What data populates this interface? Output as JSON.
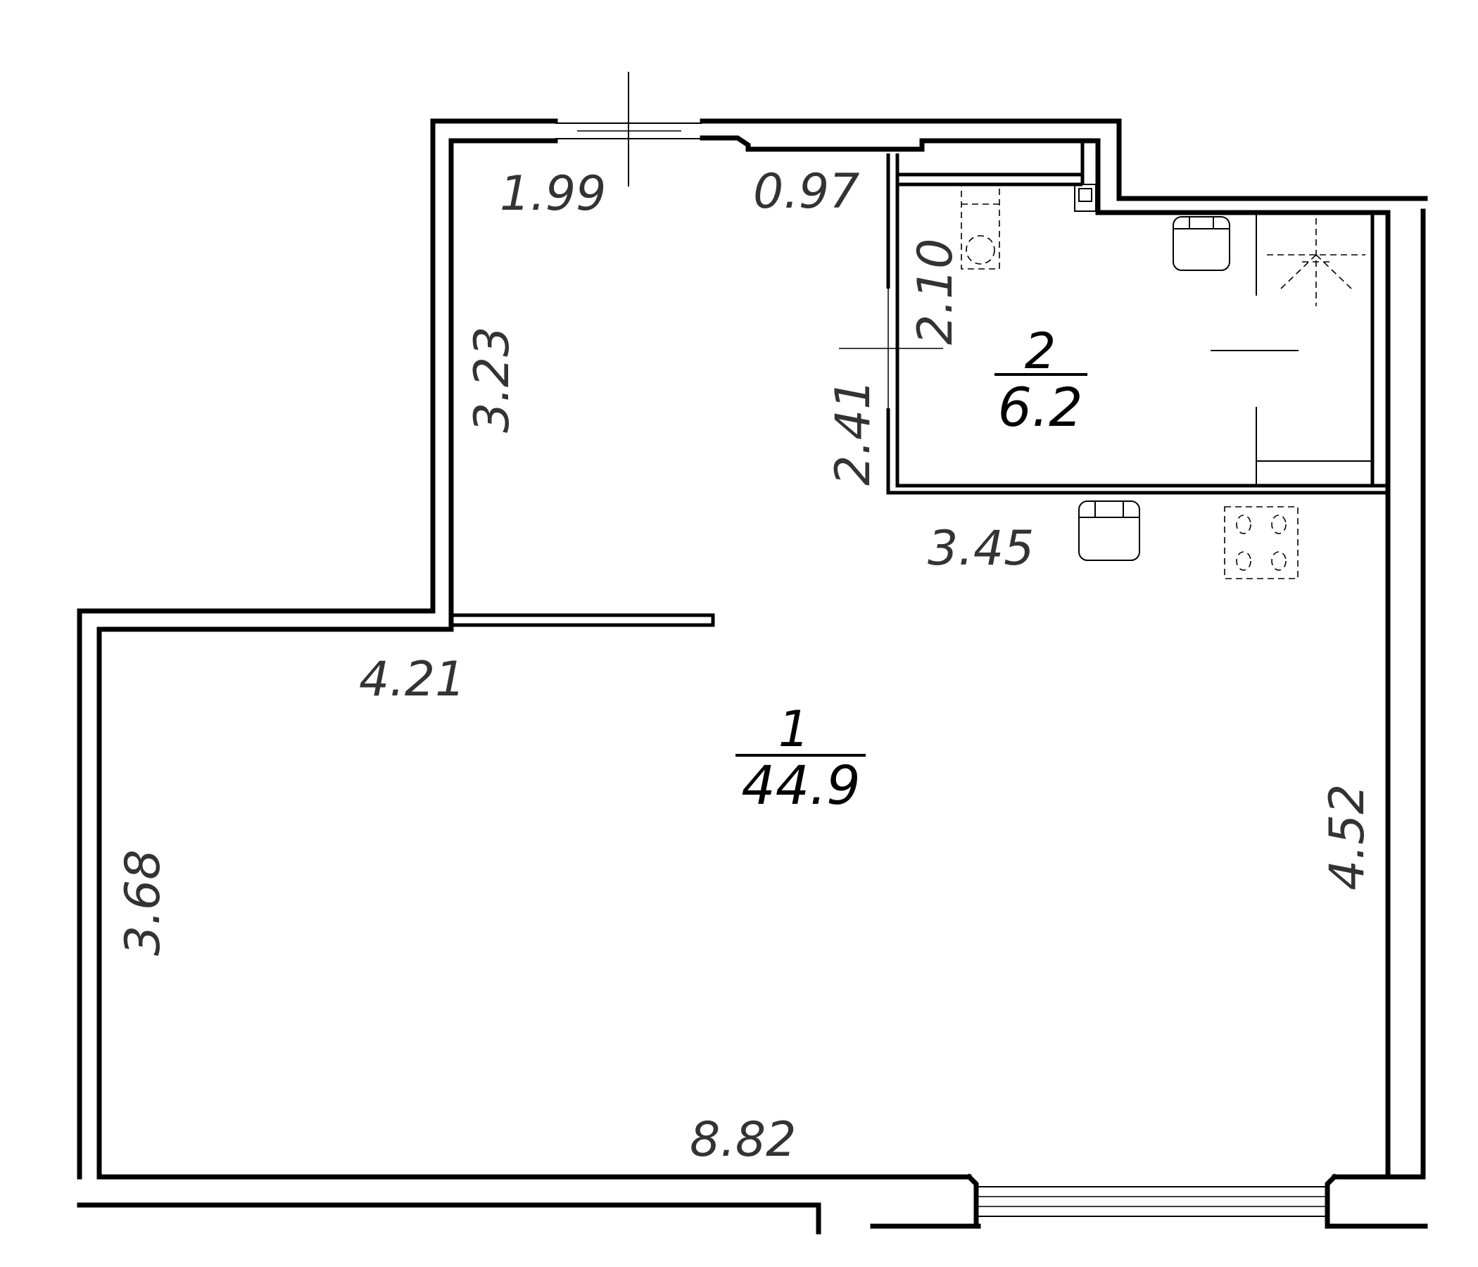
{
  "rooms": [
    {
      "number": "1",
      "area": "44.9"
    },
    {
      "number": "2",
      "area": "6.2"
    }
  ],
  "dimensions": {
    "window_top_left": "1.99",
    "window_top_right": "0.97",
    "bath_vertical": "2.10",
    "bath_left": "2.41",
    "left_upper": "3.23",
    "bath_bottom": "3.45",
    "ledge": "4.21",
    "left_lower": "3.68",
    "right": "4.52",
    "bottom": "8.82"
  },
  "colors": {
    "line": "#000000",
    "dimension_text": "#333333",
    "background": "#ffffff"
  }
}
